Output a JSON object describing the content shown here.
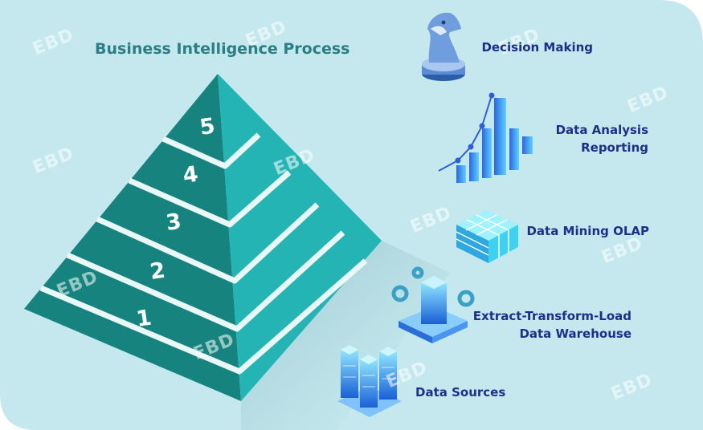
{
  "title": "Business Intelligence Process",
  "levels": [
    {
      "number": "1",
      "label_line1": "Data Sources",
      "label_line2": "",
      "icon": "data-sources-icon"
    },
    {
      "number": "2",
      "label_line1": "Extract-Transform-Load",
      "label_line2": "Data Warehouse",
      "icon": "etl-warehouse-icon"
    },
    {
      "number": "3",
      "label_line1": "Data Mining OLAP",
      "label_line2": "",
      "icon": "data-mining-cube-icon"
    },
    {
      "number": "4",
      "label_line1": "Data Analysis",
      "label_line2": "Reporting",
      "icon": "bar-chart-icon"
    },
    {
      "number": "5",
      "label_line1": "Decision Making",
      "label_line2": "",
      "icon": "chess-knight-icon"
    }
  ],
  "watermark": "EBD",
  "colors": {
    "background": "#c4e8ee",
    "pyramid_left": "#16837f",
    "pyramid_right": "#25b4b4",
    "separator": "#e9f7f6",
    "title": "#2a7f85",
    "label": "#1d2f8a"
  }
}
